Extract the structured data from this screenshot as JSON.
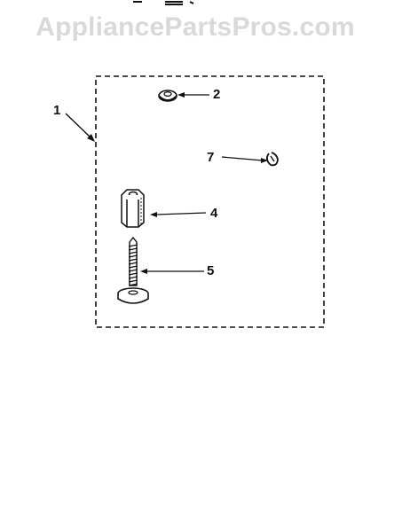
{
  "watermark": {
    "text": "AppliancePartsPros.com"
  },
  "callouts": {
    "kit": "1",
    "washer": "2",
    "clip": "7",
    "nut": "4",
    "screw": "5"
  },
  "colors": {
    "ink": "#111111",
    "watermark": "#d9d9d9",
    "background": "#ffffff"
  }
}
